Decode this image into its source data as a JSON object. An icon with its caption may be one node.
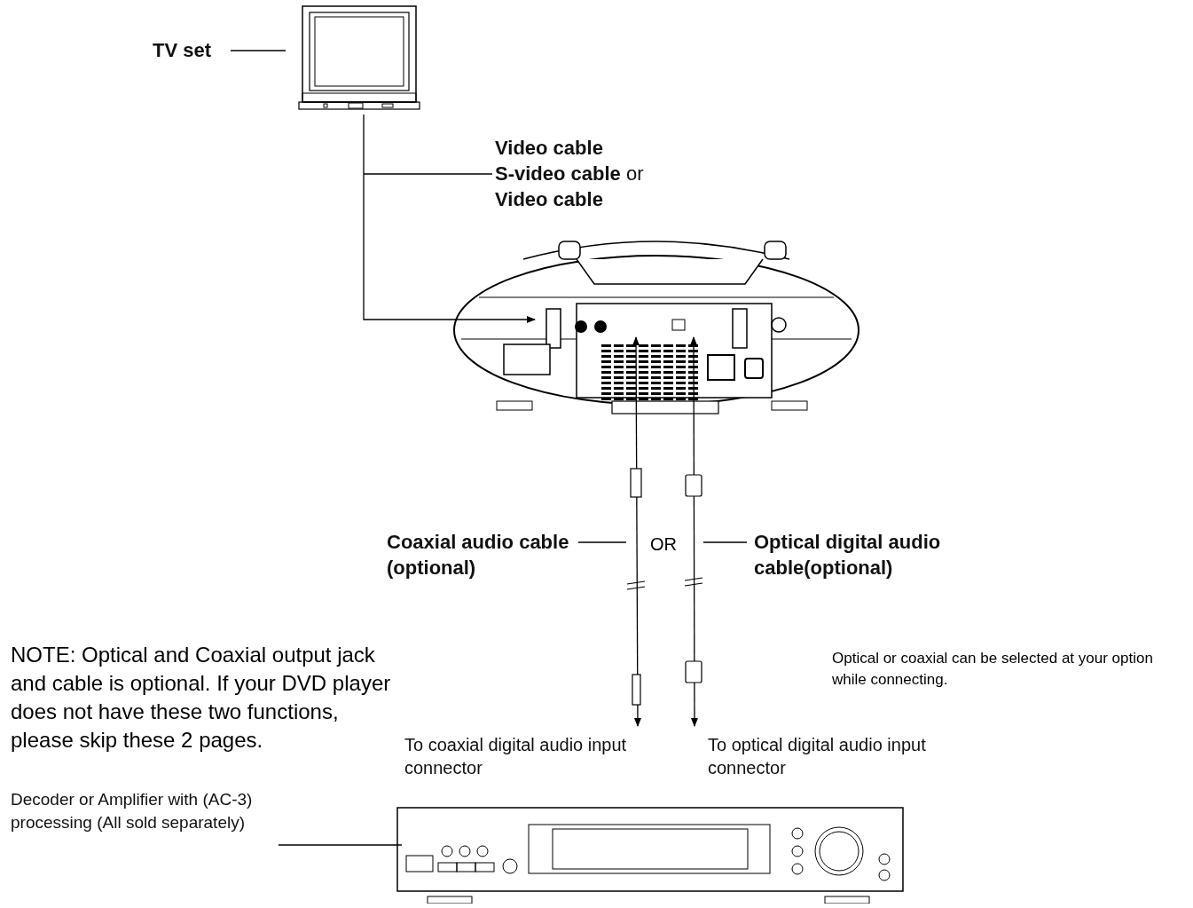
{
  "diagram": {
    "nodes": [
      {
        "text": [
          "TV set"
        ]
      },
      {
        "text": [],
        "shape": "picture"
      },
      {
        "text": [
          "Video cable",
          "**S-video cable** or",
          "Video cable"
        ]
      },
      {
        "text": [],
        "shape": "picture"
      },
      {
        "text": [
          "Coaxial audio cable (optional)"
        ]
      },
      {
        "text": [
          "Optical digital audio cable(optional)"
        ]
      },
      {
        "text": [
          "To coaxial digital audio input connector"
        ]
      },
      {
        "text": [
          "To optical digital audio input connector"
        ]
      },
      {
        "text": [
          "Decoder or Amplifier with (AC-3) processing (All sold separately)"
        ]
      },
      {
        "text": [],
        "shape": "picture"
      }
    ],
    "edges": [
      {
        "from": 0,
        "to": 1,
        "arrow": "none"
      },
      {
        "from": 1,
        "to": 3,
        "arrow": "to"
      },
      {
        "from": 2,
        "to": null,
        "arrow": "none"
      },
      {
        "from": 6,
        "to": 3,
        "arrow": "both"
      },
      {
        "from": 7,
        "to": 3,
        "arrow": "both"
      },
      {
        "from": 4,
        "to": null,
        "arrow": "none"
      },
      {
        "from": 5,
        "to": null,
        "arrow": "none"
      },
      {
        "from": 8,
        "to": 9,
        "arrow": "none"
      }
    ],
    "labels": [
      "OR",
      "NOTE: Optical and Coaxial output jack and cable is optional. If your DVD player does not have these two functions, please skip these 2 pages.",
      "Optical or coaxial can be selected at your option while connecting."
    ]
  }
}
